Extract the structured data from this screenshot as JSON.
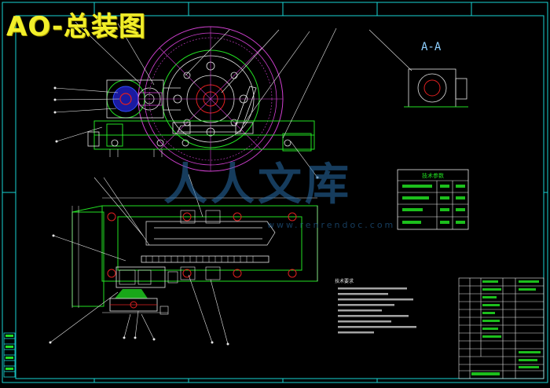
{
  "banner": {
    "title": "AO-总装图"
  },
  "view_label": "A-A",
  "tech_table": {
    "header": "技术参数",
    "rows": [
      {
        "unit": "",
        "value": ""
      },
      {
        "unit": "",
        "value": ""
      },
      {
        "unit": "",
        "value": ""
      },
      {
        "unit": "",
        "value": ""
      }
    ]
  },
  "notes": {
    "title": "技术要求"
  },
  "watermark": {
    "chars": "人人文库",
    "url": "www.renrendoc.com"
  },
  "colors": {
    "frame": "#19d3d3",
    "green": "#22e022",
    "magenta": "#d040d0",
    "yellow": "#f2ef2a",
    "red": "#e02020",
    "white": "#e8e8e8"
  }
}
